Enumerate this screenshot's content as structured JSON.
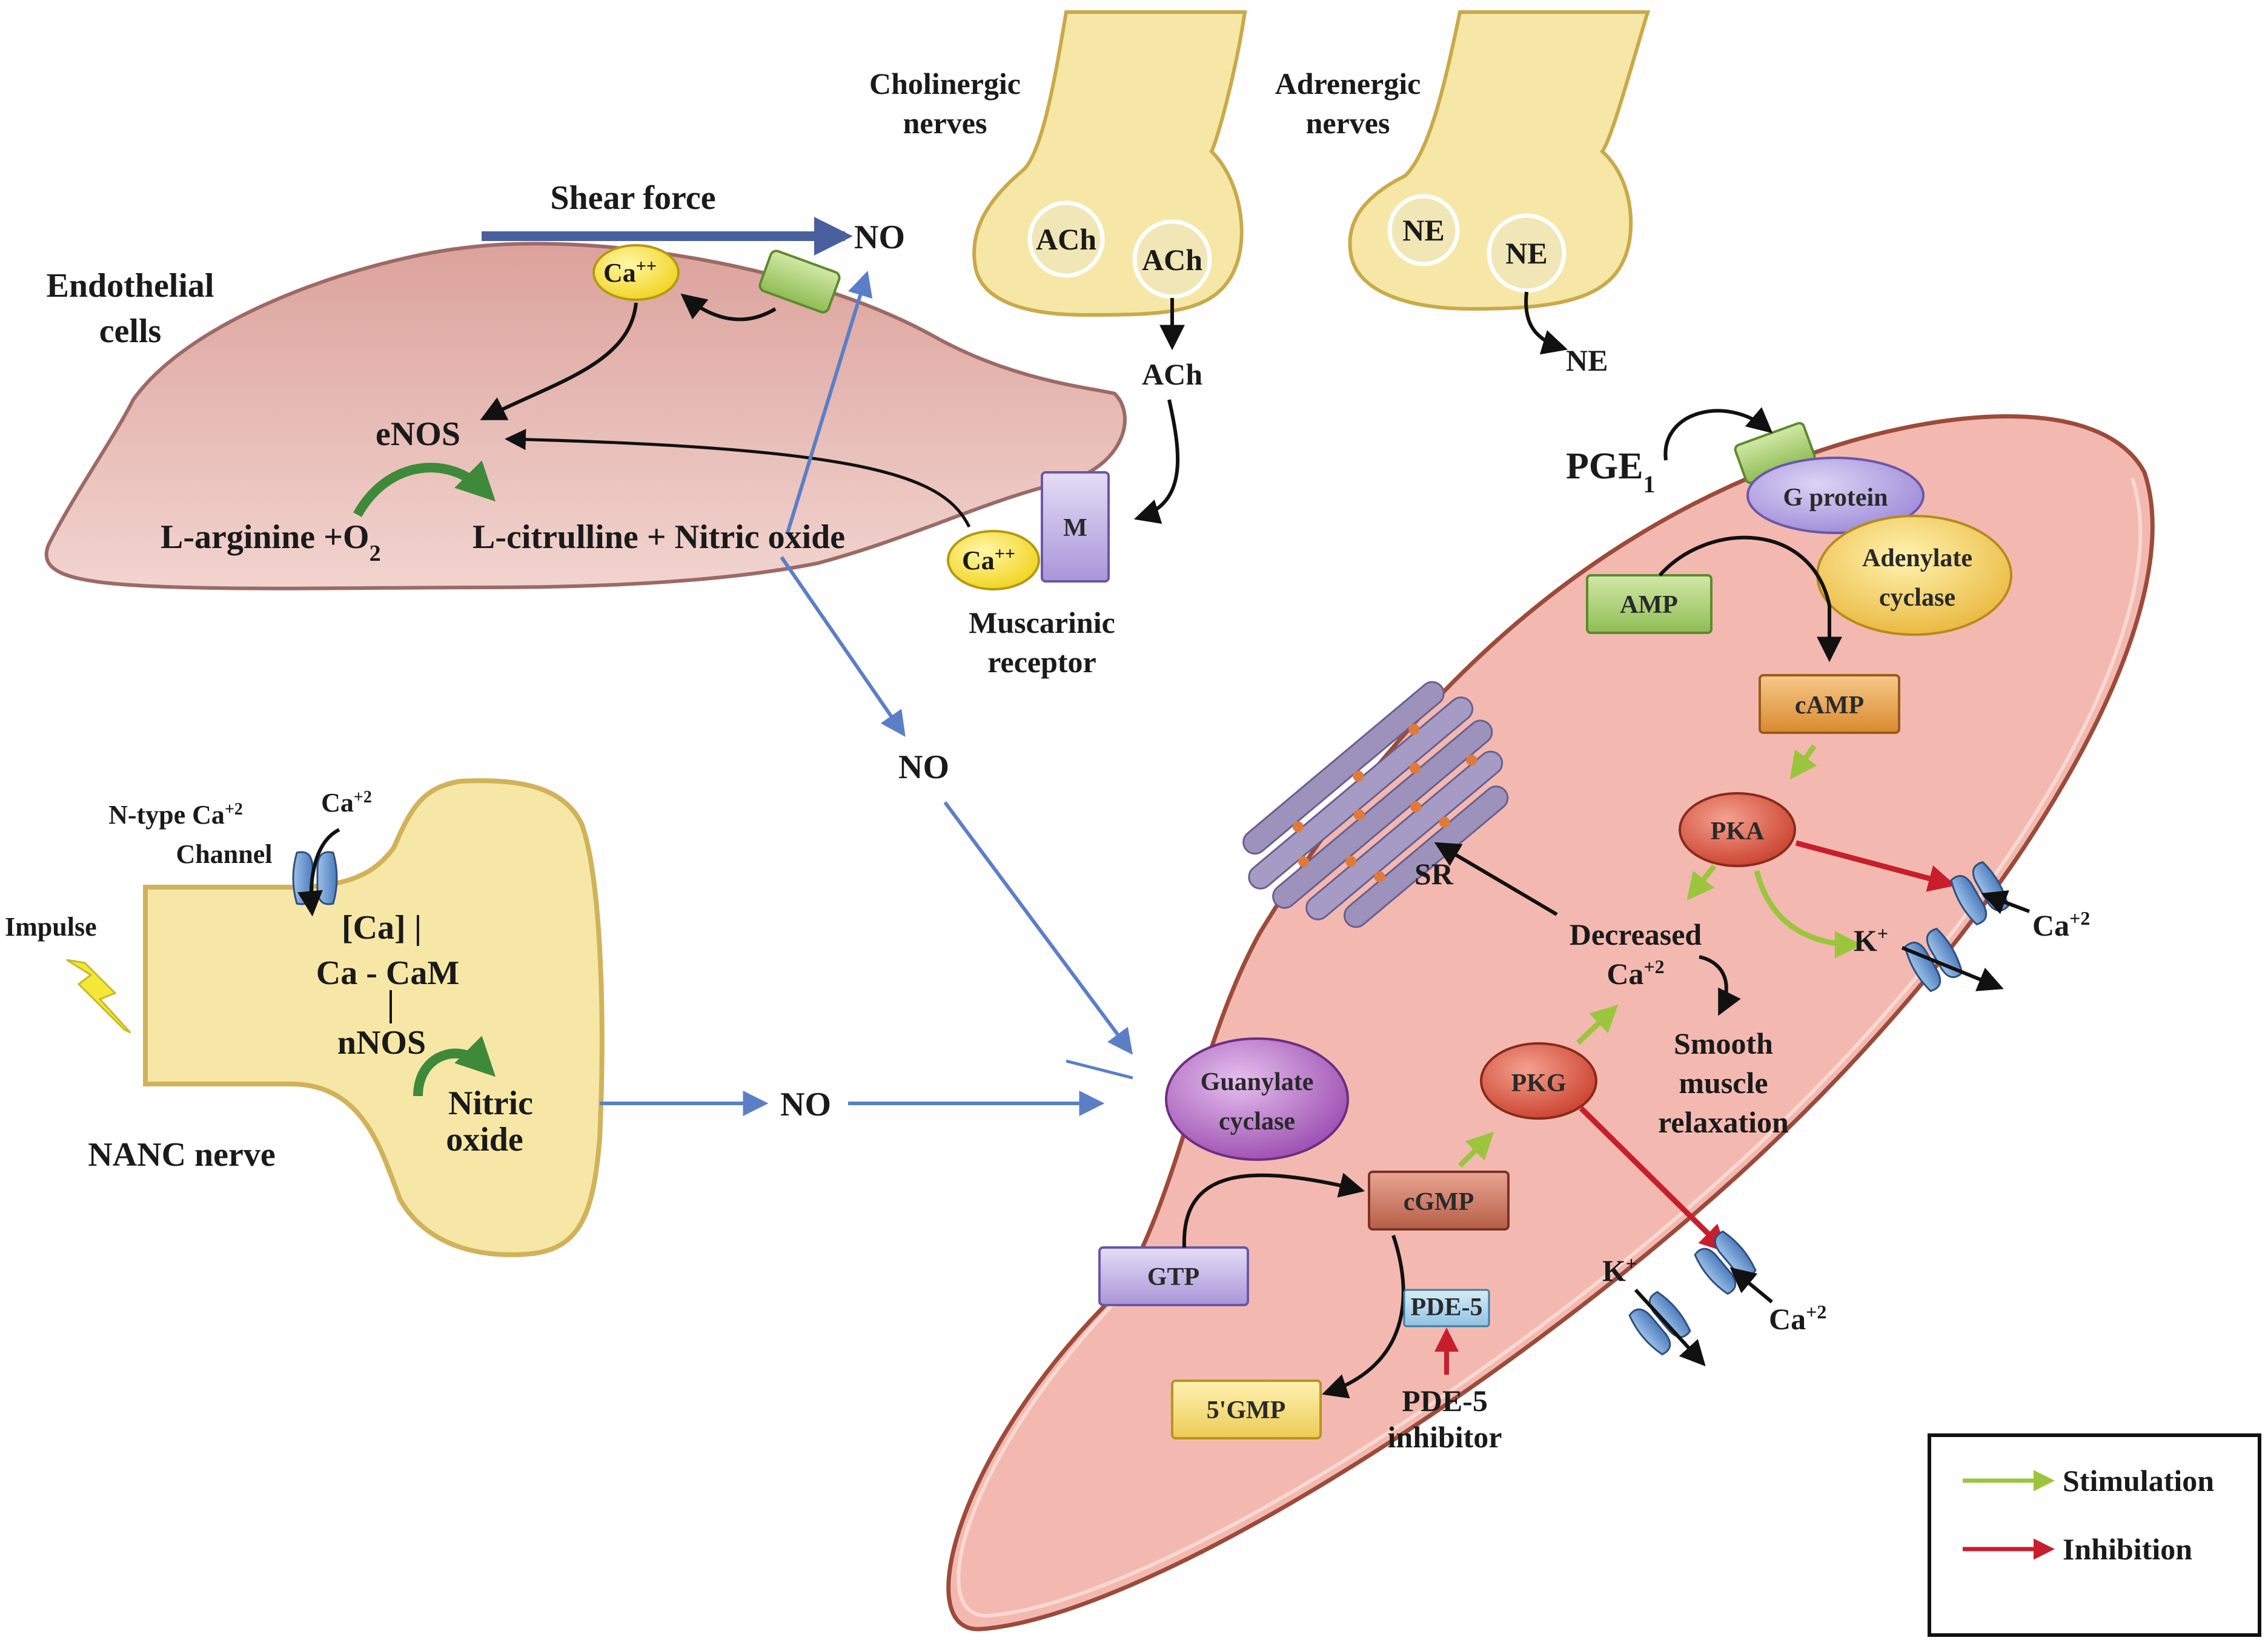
{
  "colors": {
    "stimulation": "#9bc53d",
    "inhibition": "#c81e2c",
    "no_pathway": "#5b7fc7",
    "shear_arrow": "#4a5f9e",
    "reaction_arrow": "#3f8a3a",
    "cell_fill": "#f3b9b0",
    "nerve_fill": "#f6e7a6"
  },
  "labels": {
    "endothelial": [
      "Endothelial",
      "cells"
    ],
    "shear_force": "Shear force",
    "no_top": "NO",
    "ca_top": "Ca",
    "ca_top_sup": "++",
    "enos": "eNOS",
    "l_arginine": "L-arginine +O",
    "l_arginine_sub": "2",
    "l_citrulline": "L-citrulline + Nitric oxide",
    "ca_musc": "Ca",
    "ca_musc_sup": "++",
    "m": "M",
    "muscarinic": [
      "Muscarinic",
      "receptor"
    ],
    "cholinergic": [
      "Cholinergic",
      "nerves"
    ],
    "adrenergic": [
      "Adrenergic",
      "nerves"
    ],
    "ach_vesicle1": "ACh",
    "ach_vesicle2": "ACh",
    "ach_released": "ACh",
    "ne_vesicle1": "NE",
    "ne_vesicle2": "NE",
    "ne_released": "NE",
    "no_mid": "NO",
    "no_bottom": "NO",
    "ntype": "N-type Ca",
    "ntype_sup": "+2",
    "channel": "Channel",
    "ca2_nerve": "Ca",
    "ca2_nerve_sup": "+2",
    "impulse": "Impulse",
    "ca_bracket": "[Ca] |",
    "ca_cam": "Ca - CaM",
    "nnos": "nNOS",
    "nitric": "Nitric",
    "oxide": "oxide",
    "nanc": "NANC nerve",
    "pge": "PGE",
    "pge_sub": "1",
    "g_protein": "G protein",
    "adenylate": [
      "Adenylate",
      "cyclase"
    ],
    "amp": "AMP",
    "camp": "cAMP",
    "pka": "PKA",
    "sr": "SR",
    "decreased": "Decreased",
    "ca_dec": "Ca",
    "ca_dec_sup": "+2",
    "smooth": [
      "Smooth",
      "muscle",
      "relaxation"
    ],
    "k_upper": "K",
    "k_upper_sup": "+",
    "ca_upper": "Ca",
    "ca_upper_sup": "+2",
    "guanylate": [
      "Guanylate",
      "cyclase"
    ],
    "cgmp": "cGMP",
    "pkg": "PKG",
    "gtp": "GTP",
    "pde5": "PDE-5",
    "gmp5": "5'GMP",
    "pde_inhib": [
      "PDE-5",
      "inhibitor"
    ],
    "k_lower": "K",
    "k_lower_sup": "+",
    "ca_lower": "Ca",
    "ca_lower_sup": "+2"
  },
  "legend": {
    "stimulation": "Stimulation",
    "inhibition": "Inhibition"
  }
}
